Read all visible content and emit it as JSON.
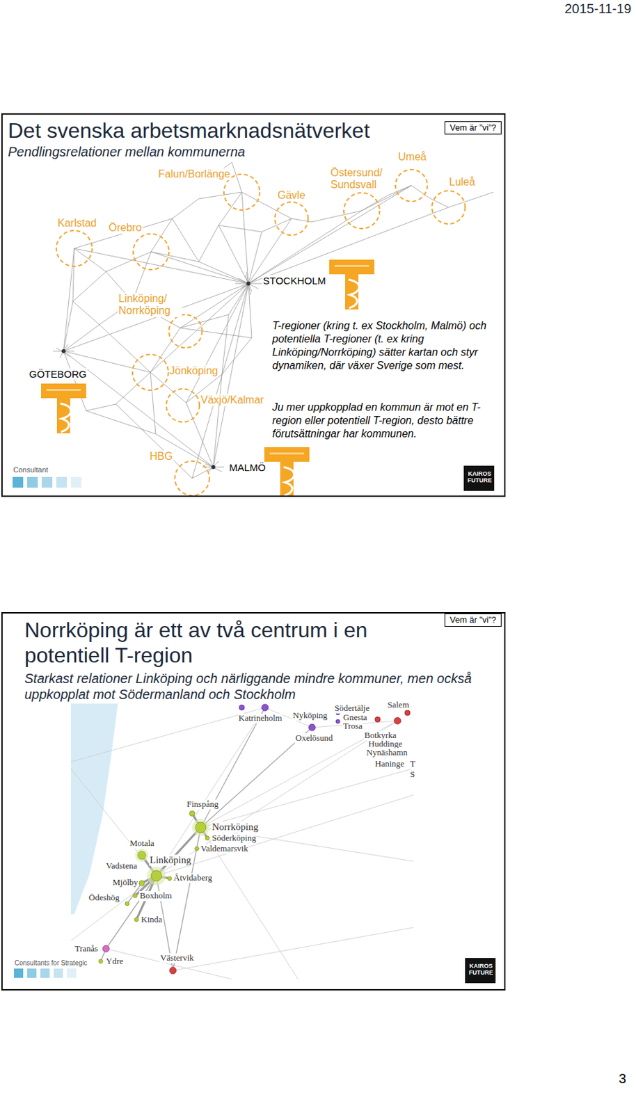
{
  "diagram": {
    "nodes": [
      {
        "text": [
          "Det svenska arbetsmarknadsnätverket",
          "Pendlingsrelationer mellan kommunerna"
        ]
      },
      {
        "text": [
          "Vem är ”vi”?"
        ],
        "in": 0
      },
      {
        "text": [
          "Norrköping är ett av två centrum i en potentiell T-region",
          "Starkast relationer Linköping och närliggande mindre kommuner, men också uppkopplat mot Södermanland och Stockholm"
        ]
      },
      {
        "text": [
          "Vem är ”vi”?"
        ],
        "in": 2
      }
    ],
    "labels": [
      "2015-11-19",
      "Falun/Borlänge",
      "Umeå",
      "Östersund/ Sundsvall",
      "Gävle",
      "Luleå",
      "Karlstad",
      "Örebro",
      "STOCKHOLM",
      "Linköping/ Norrköping",
      "GÖTEBORG",
      "Jönköping",
      "Växjö/Kalmar",
      "T-regioner (kring t. ex Stockholm, Malmö) och potentiella T-regioner (t. ex kring Linköping/Norrköping) sätter kartan och styr dynamiken, där växer Sverige som mest.",
      "Ju mer uppkopplad en kommun är mot en T-region eller potentiell T-region, desto bättre förutsättningar har kommunen.",
      "HBG",
      "MALMÖ",
      "Consultant",
      "KAIROS FUTURE",
      "Katrineholm",
      "Nyköping",
      "Oxelösund",
      "Södertälje",
      "Gnesta",
      "Trosa",
      "Salem",
      "Botkyrka",
      "Huddinge",
      "Nynäshamn",
      "Haninge",
      "T",
      "S",
      "Finspång",
      "Norrköping",
      "Söderköping",
      "Valdemarsvik",
      "Motala",
      "Linköping",
      "Vadstena",
      "Mjölby",
      "Åtvidaberg",
      "Ödeshög",
      "Boxholm",
      "Kinda",
      "Tranås",
      "Ydre",
      "Västervik",
      "Consultants for Strategic",
      "KAIROS FUTURE",
      "3"
    ]
  }
}
